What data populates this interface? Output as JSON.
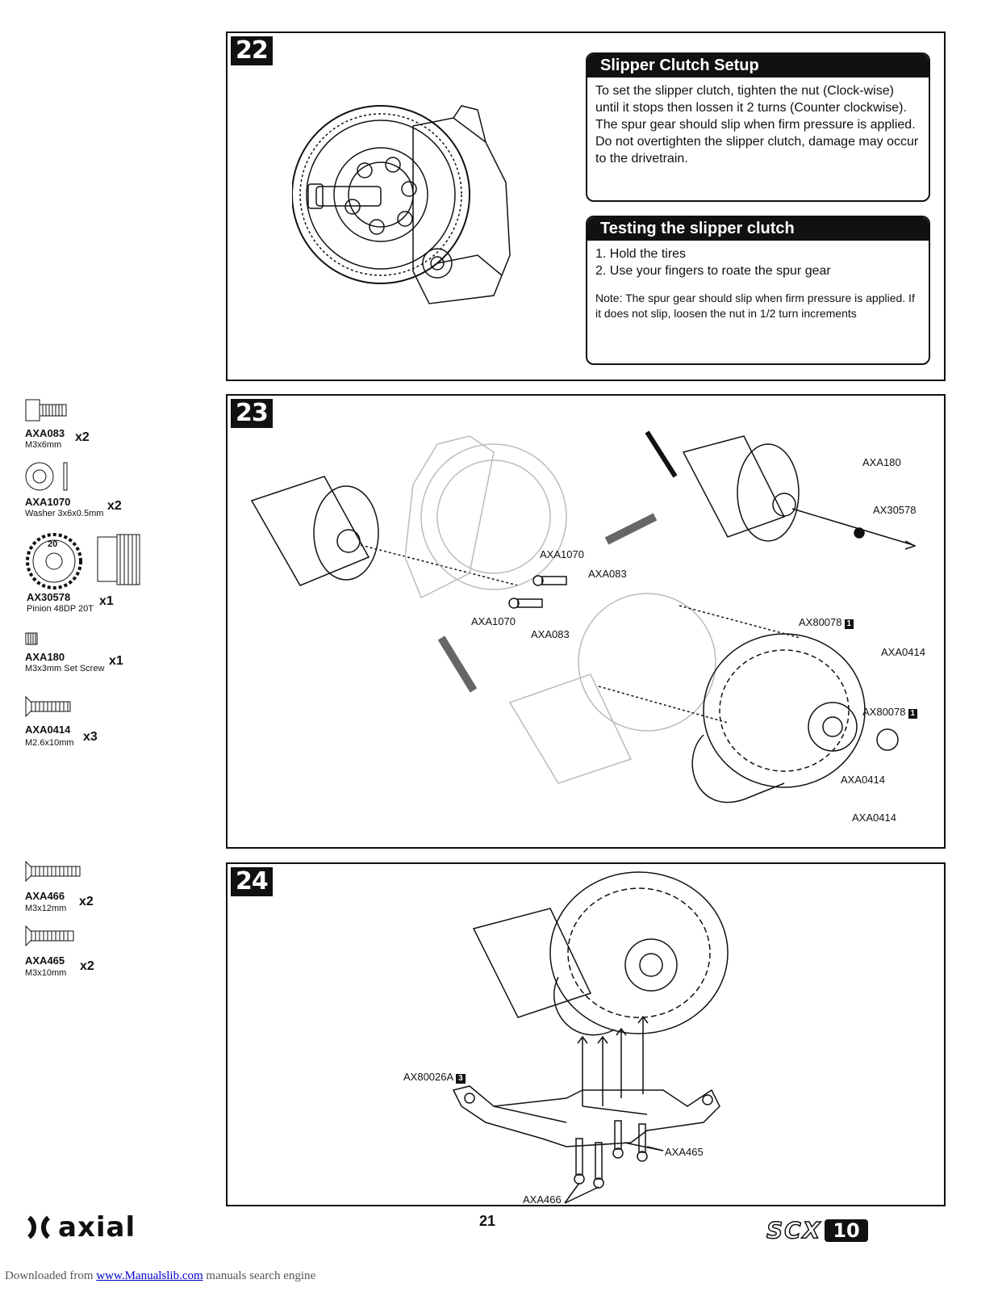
{
  "steps": [
    {
      "number": "22"
    },
    {
      "number": "23"
    },
    {
      "number": "24"
    }
  ],
  "slipper_setup": {
    "title": "Slipper Clutch Setup",
    "text": "To set the slipper clutch, tighten the nut (Clock-wise) until it stops then lossen it 2 turns (Counter clockwise). The spur gear should slip when firm pressure is applied. Do not overtighten the slipper clutch, damage may occur to the drivetrain."
  },
  "slipper_test": {
    "title": "Testing the slipper clutch",
    "line1": "1. Hold the tires",
    "line2": "2. Use your fingers to roate the spur gear",
    "note": "Note: The spur gear should slip when firm pressure is applied. If it does not slip, loosen the nut in 1/2 turn increments"
  },
  "parts_23": [
    {
      "code": "AXA083",
      "desc": "M3x6mm",
      "qty": "x2"
    },
    {
      "code": "AXA1070",
      "desc": "Washer 3x6x0.5mm",
      "qty": "x2"
    },
    {
      "code": "AX30578",
      "desc": "Pinion 48DP 20T",
      "qty": "x1",
      "gear_label": "20"
    },
    {
      "code": "AXA180",
      "desc": "M3x3mm Set Screw",
      "qty": "x1"
    },
    {
      "code": "AXA0414",
      "desc": "M2.6x10mm",
      "qty": "x3"
    }
  ],
  "parts_24": [
    {
      "code": "AXA466",
      "desc": "M3x12mm",
      "qty": "x2"
    },
    {
      "code": "AXA465",
      "desc": "M3x10mm",
      "qty": "x2"
    }
  ],
  "callouts_23": {
    "axa180": "AXA180",
    "ax30578": "AX30578",
    "axa1070_a": "AXA1070",
    "axa083_a": "AXA083",
    "axa1070_b": "AXA1070",
    "axa083_b": "AXA083",
    "ax80078_a": "AX80078",
    "ax80078_a_tag": "1",
    "axa0414_a": "AXA0414",
    "ax80078_b": "AX80078",
    "ax80078_b_tag": "1",
    "axa0414_b": "AXA0414",
    "axa0414_c": "AXA0414"
  },
  "callouts_24": {
    "ax80026a": "AX80026A",
    "ax80026a_tag": "3",
    "axa465": "AXA465",
    "axa466": "AXA466"
  },
  "footer": {
    "brand": "axial",
    "page_number": "21",
    "model_left": "SCX",
    "model_right": "10",
    "download_prefix": "Downloaded from ",
    "download_link": "www.Manualslib.com",
    "download_suffix": " manuals search engine"
  }
}
